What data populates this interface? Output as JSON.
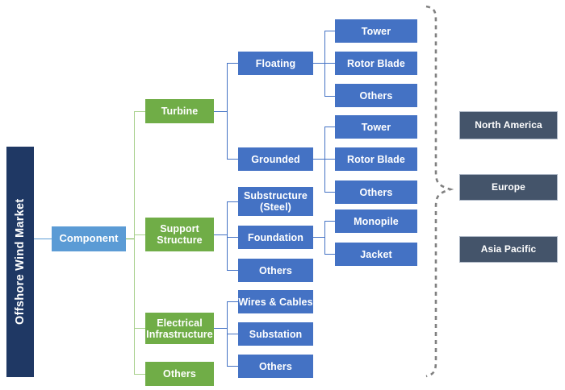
{
  "diagram": {
    "title": "Offshore Wind Market",
    "type": "market-segmentation-tree",
    "colors": {
      "root": "#1F3864",
      "level1": "#5B9BD5",
      "level2": "#70AD47",
      "level3": "#4472C4",
      "region": "#44546A",
      "connector_blue": "#5B9BD5",
      "connector_green": "#A9D18E",
      "connector_navy": "#4472C4",
      "brace": "#808080",
      "background": "#FFFFFF"
    }
  },
  "root": {
    "label": "Offshore Wind Market"
  },
  "segment": {
    "label": "Component"
  },
  "categories": [
    {
      "label": "Turbine"
    },
    {
      "label": "Support Structure"
    },
    {
      "label": "Electrical Infrastructure"
    },
    {
      "label": "Others"
    }
  ],
  "subcategories": [
    {
      "label": "Floating"
    },
    {
      "label": "Grounded"
    },
    {
      "label": "Substructure (Steel)"
    },
    {
      "label": "Foundation"
    },
    {
      "label": "Others"
    },
    {
      "label": "Wires & Cables"
    },
    {
      "label": "Substation"
    },
    {
      "label": "Others"
    }
  ],
  "leaves": [
    {
      "label": "Tower"
    },
    {
      "label": "Rotor Blade"
    },
    {
      "label": "Others"
    },
    {
      "label": "Tower"
    },
    {
      "label": "Rotor Blade"
    },
    {
      "label": "Others"
    },
    {
      "label": "Monopile"
    },
    {
      "label": "Jacket"
    }
  ],
  "regions": [
    {
      "label": "North America"
    },
    {
      "label": "Europe"
    },
    {
      "label": "Asia Pacific"
    }
  ]
}
